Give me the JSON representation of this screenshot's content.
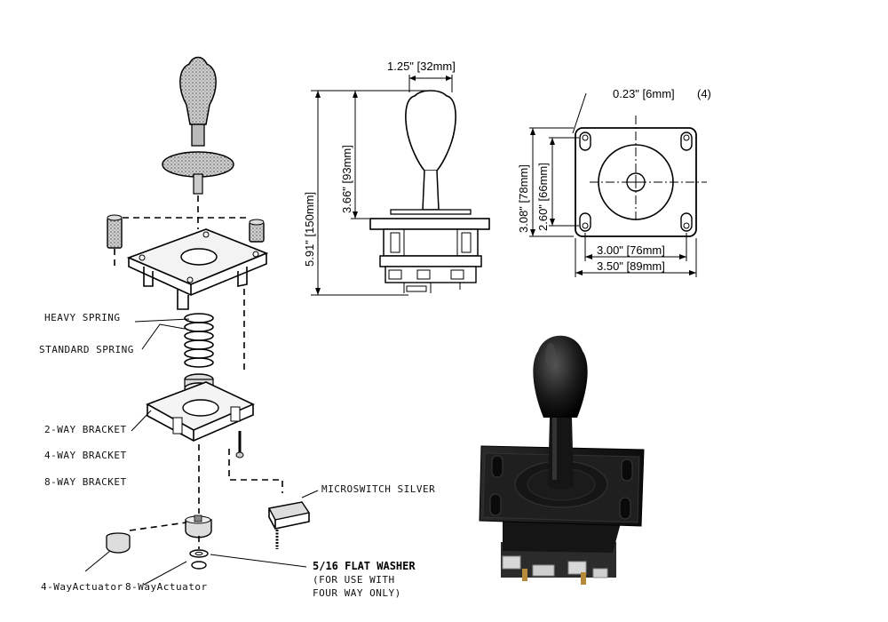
{
  "labels": {
    "heavy_spring": "HEAVY SPRING",
    "standard_spring": "STANDARD SPRING",
    "bracket_2way": "2-WAY BRACKET",
    "bracket_4way": "4-WAY BRACKET",
    "bracket_8way": "8-WAY BRACKET",
    "microswitch": "MICROSWITCH SILVER",
    "washer_title": "5/16 FLAT WASHER",
    "washer_note_1": "(FOR USE WITH",
    "washer_note_2": "FOUR WAY ONLY)",
    "actuator_4way": "4-WayActuator",
    "actuator_8way": "8-WayActuator"
  },
  "dimensions": {
    "top_width": "1.25\" [32mm]",
    "total_height": "5.91\" [150mm]",
    "shaft_height": "3.66\" [93mm]",
    "hole_dia": "0.23\" [6mm]",
    "hole_count": "(4)",
    "plate_height": "3.08\" [78mm]",
    "hole_spacing_v": "2.60\" [66mm]",
    "hole_spacing_h": "3.00\" [76mm]",
    "plate_width": "3.50\" [89mm]"
  },
  "colors": {
    "line": "#000000",
    "photo_body": "#1c1c1c",
    "background": "#ffffff"
  }
}
